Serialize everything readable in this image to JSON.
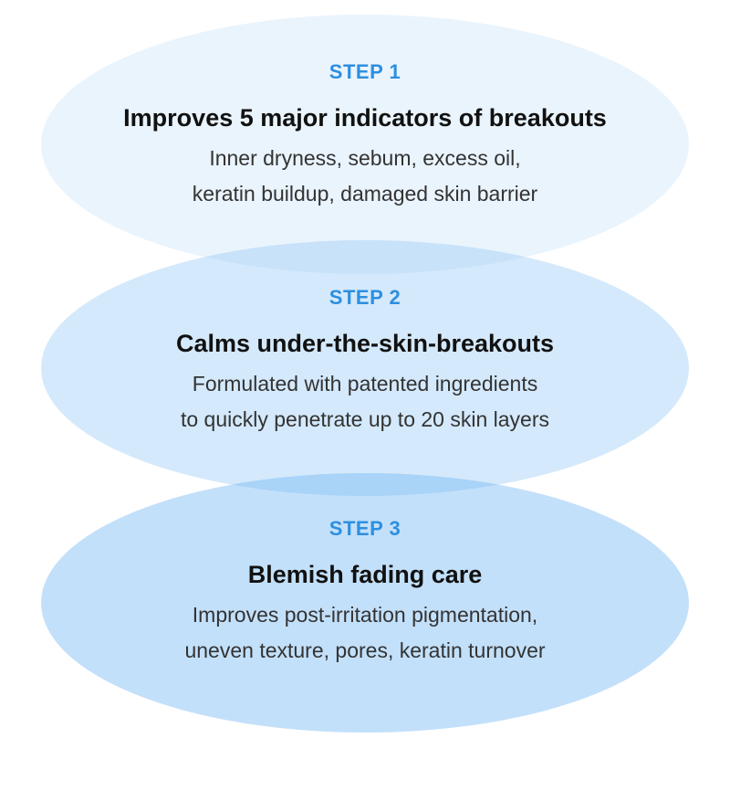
{
  "steps": [
    {
      "label": "STEP 1",
      "title": "Improves 5 major indicators of breakouts",
      "description_lines": [
        "Inner dryness, sebum, excess oil,",
        "keratin buildup, damaged skin barrier"
      ],
      "fill_color": "#eaf4fd"
    },
    {
      "label": "STEP 2",
      "title": "Calms under-the-skin-breakouts",
      "description_lines": [
        "Formulated with patented ingredients",
        "to quickly penetrate up to 20 skin layers"
      ],
      "fill_color": "#d4e9fb"
    },
    {
      "label": "STEP 3",
      "title": "Blemish fading care",
      "description_lines": [
        "Improves post-irritation pigmentation,",
        "uneven texture, pores, keratin turnover"
      ],
      "fill_color": "#c3e0fa"
    }
  ],
  "colors": {
    "step_label": "#2d8fe0",
    "title_text": "#111111",
    "body_text": "#333333",
    "overlap_1_2": "#c8e2fa",
    "overlap_2_3": "#a9d3f7"
  }
}
